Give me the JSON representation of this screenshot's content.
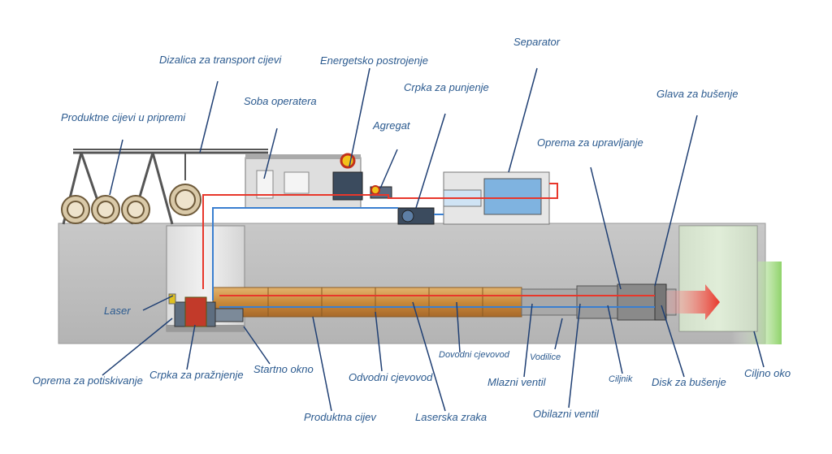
{
  "labels": {
    "separator": "Separator",
    "crane": "Dizalica za transport cijevi",
    "power_plant": "Energetsko postrojenje",
    "fill_pump": "Crpka za punjenje",
    "pipes_prep": "Produktne cijevi u pripremi",
    "operator_room": "Soba operatera",
    "aggregate": "Agregat",
    "drill_head": "Glava za bušenje",
    "control_equipment": "Oprema za upravljanje",
    "laser": "Laser",
    "supply_pipeline": "Dovodni cjevovod",
    "guides": "Vodilice",
    "push_equipment": "Oprema za potiskivanje",
    "drain_pump": "Crpka za pražnjenje",
    "start_shaft": "Startno okno",
    "return_pipeline": "Odvodni cjevovod",
    "jet_valve": "Mlazni ventil",
    "target": "Ciljnik",
    "drill_disk": "Disk za bušenje",
    "target_shaft": "Ciljno oko",
    "product_pipe": "Produktna cijev",
    "laser_beam": "Laserska zraka",
    "bypass_valve": "Obilazni ventil"
  },
  "colors": {
    "label_text": "#2b5a8f",
    "leader_line": "#1f3f73",
    "ground": "#bfbfbf",
    "pipe": "#c98a3a",
    "supply_line": "#e8372b",
    "return_line": "#3a7fd0",
    "water": "#7fb3e0",
    "green_grass": "#7ec850"
  }
}
